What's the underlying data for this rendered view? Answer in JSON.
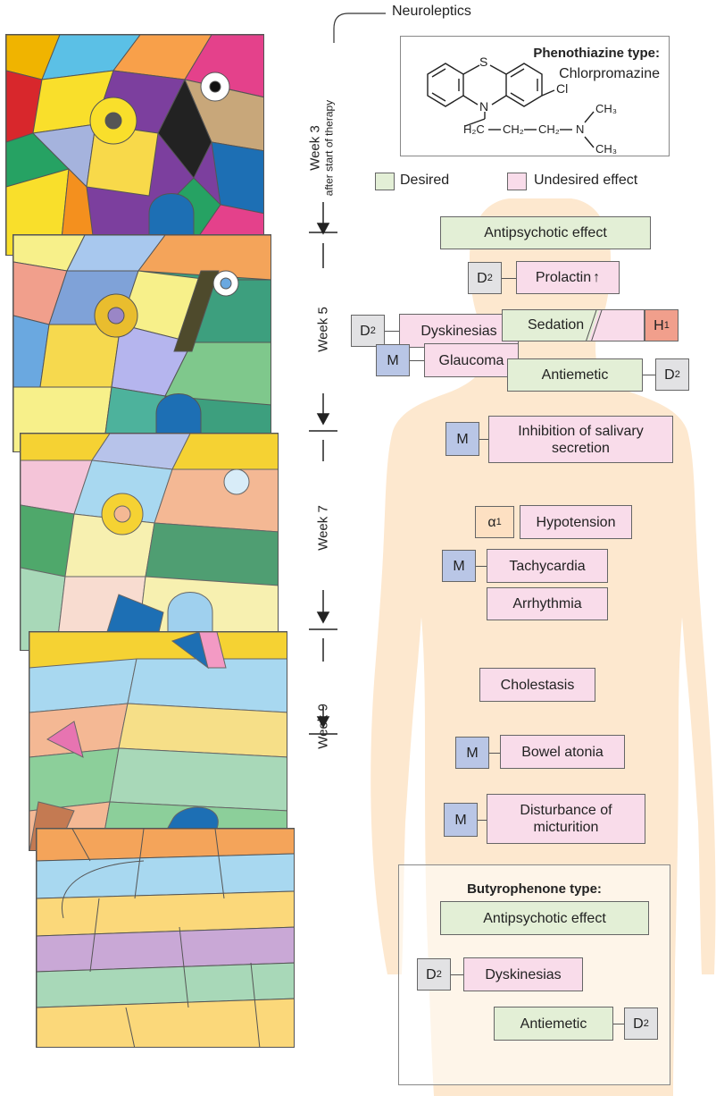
{
  "top_label": "Neuroleptics",
  "phenothiazine": {
    "title": "Phenothiazine type:",
    "drug": "Chlorpromazine",
    "atoms": {
      "s": "S",
      "n": "N",
      "cl": "Cl",
      "h2c": "H₂C",
      "ch2a": "CH₂",
      "ch2b": "CH₂",
      "n2": "N",
      "ch3a": "CH₃",
      "ch3b": "CH₃"
    }
  },
  "legend": {
    "desired": "Desired",
    "undesired": "Undesired effect"
  },
  "timeline": {
    "week3": "Week 3",
    "week3_sub": "after start of therapy",
    "week5": "Week 5",
    "week7": "Week 7",
    "week9": "Week 9"
  },
  "effects": {
    "antipsychotic": "Antipsychotic effect",
    "prolactin": "Prolactin",
    "prolactin_arrow": "↑",
    "dyskinesias": "Dyskinesias",
    "sedation": "Sedation",
    "antiemetic": "Antiemetic",
    "glaucoma": "Glaucoma",
    "salivary": "Inhibition of salivary secretion",
    "hypotension": "Hypotension",
    "tachycardia": "Tachycardia",
    "arrhythmia": "Arrhythmia",
    "cholestasis": "Cholestasis",
    "bowel": "Bowel atonia",
    "micturition": "Disturbance of micturition"
  },
  "receptors": {
    "d_letter": "D",
    "d_sub": "2",
    "h_letter": "H",
    "h_sub": "1",
    "m": "M",
    "alpha_letter": "α",
    "alpha_sub": "1"
  },
  "butyrophenone": {
    "title": "Butyrophenone type:",
    "antipsychotic": "Antipsychotic effect",
    "dyskinesias": "Dyskinesias",
    "antiemetic": "Antiemetic"
  },
  "colors": {
    "desired": "#e3efd6",
    "undesired": "#f9dcea",
    "d2_receptor": "#e2e2e4",
    "m_receptor": "#b9c6e6",
    "alpha_receptor": "#fde0c2",
    "h1_receptor": "#f19f8c",
    "silhouette": "#fde8cf"
  }
}
